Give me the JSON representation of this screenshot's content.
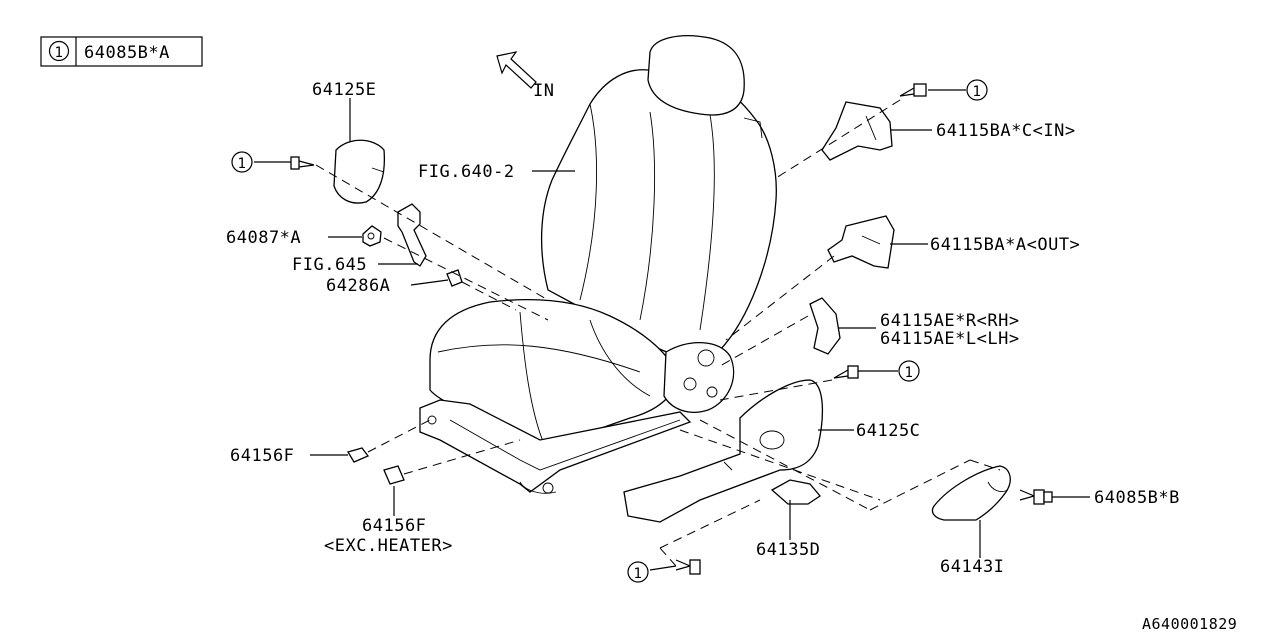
{
  "legend": {
    "symbol": "1",
    "part": "64085B*A"
  },
  "direction": {
    "label": "IN"
  },
  "labels": {
    "p64125E": "64125E",
    "fig640": "FIG.640-2",
    "p64115BA_C": "64115BA*C<IN>",
    "p64115BA_A": "64115BA*A<OUT>",
    "p64115AE_R": "64115AE*R<RH>",
    "p64115AE_L": "64115AE*L<LH>",
    "p64087": "64087*A",
    "fig645": "FIG.645",
    "p64286": "64286A",
    "p64125C": "64125C",
    "p64156F_a": "64156F",
    "p64156F_b": "64156F",
    "exc_heater": "<EXC.HEATER>",
    "p64135D": "64135D",
    "p64143I": "64143I",
    "p64085B_B": "64085B*B",
    "callout": "1"
  },
  "ref_code": "A640001829"
}
